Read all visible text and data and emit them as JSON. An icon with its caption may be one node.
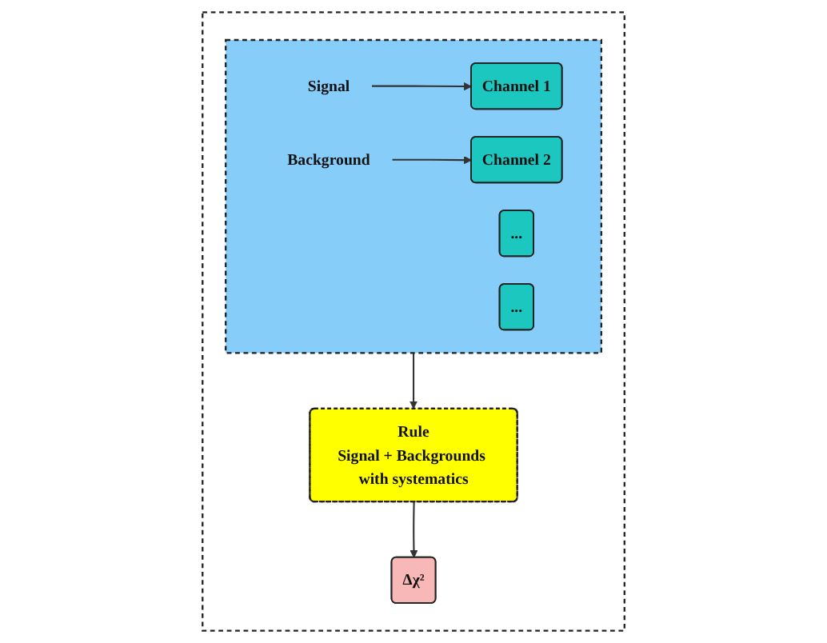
{
  "diagram": {
    "nodes": [
      {
        "text": [],
        "shape": "box"
      },
      {
        "text": [],
        "shape": "box",
        "in": 0
      },
      {
        "text": [
          "Signal"
        ],
        "in": 1
      },
      {
        "text": [
          "Channel 1"
        ],
        "in": 1
      },
      {
        "text": [
          "..."
        ],
        "in": 1
      },
      {
        "text": [
          "Background"
        ],
        "in": 1
      },
      {
        "text": [
          "Channel 2"
        ],
        "in": 1
      },
      {
        "text": [
          "..."
        ],
        "in": 1
      },
      {
        "text": [
          "Rule",
          "Signal + Backgrounds with systematics"
        ],
        "in": 0
      },
      {
        "text": [
          "Δχ²"
        ],
        "in": 0
      }
    ],
    "edges": [
      {
        "from": 2,
        "to": 3,
        "arrow": "to"
      },
      {
        "from": 5,
        "to": 6,
        "arrow": "to"
      },
      {
        "from": 1,
        "to": 8,
        "arrow": "to"
      },
      {
        "from": 8,
        "to": 9,
        "arrow": "to"
      }
    ]
  }
}
